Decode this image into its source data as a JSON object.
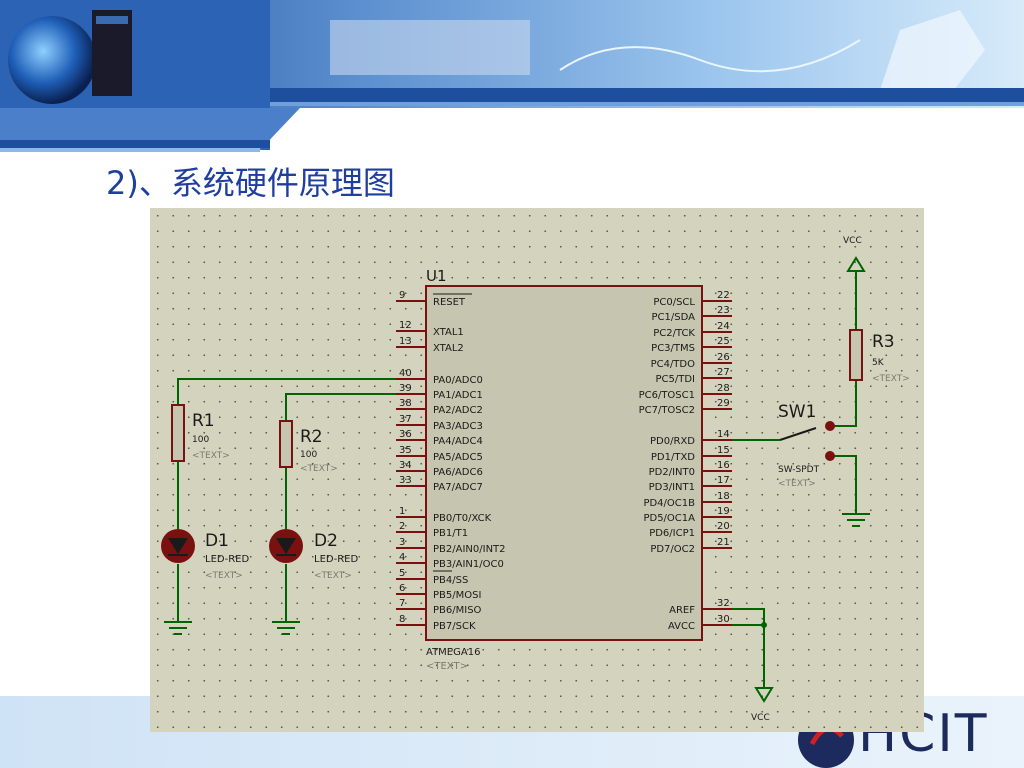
{
  "slide": {
    "title": "2)、系统硬件原理图"
  },
  "logo": {
    "text": "HCIT"
  },
  "schematic": {
    "mcu": {
      "ref": "U1",
      "part": "ATMEGA16",
      "text": "<TEXT>",
      "left_pins": [
        {
          "num": "9",
          "name": "RESET"
        },
        {
          "num": "12",
          "name": "XTAL1"
        },
        {
          "num": "13",
          "name": "XTAL2"
        },
        {
          "num": "40",
          "name": "PA0/ADC0"
        },
        {
          "num": "39",
          "name": "PA1/ADC1"
        },
        {
          "num": "38",
          "name": "PA2/ADC2"
        },
        {
          "num": "37",
          "name": "PA3/ADC3"
        },
        {
          "num": "36",
          "name": "PA4/ADC4"
        },
        {
          "num": "35",
          "name": "PA5/ADC5"
        },
        {
          "num": "34",
          "name": "PA6/ADC6"
        },
        {
          "num": "33",
          "name": "PA7/ADC7"
        },
        {
          "num": "1",
          "name": "PB0/T0/XCK"
        },
        {
          "num": "2",
          "name": "PB1/T1"
        },
        {
          "num": "3",
          "name": "PB2/AIN0/INT2"
        },
        {
          "num": "4",
          "name": "PB3/AIN1/OC0"
        },
        {
          "num": "5",
          "name": "PB4/SS"
        },
        {
          "num": "6",
          "name": "PB5/MOSI"
        },
        {
          "num": "7",
          "name": "PB6/MISO"
        },
        {
          "num": "8",
          "name": "PB7/SCK"
        }
      ],
      "right_pins": [
        {
          "num": "22",
          "name": "PC0/SCL"
        },
        {
          "num": "23",
          "name": "PC1/SDA"
        },
        {
          "num": "24",
          "name": "PC2/TCK"
        },
        {
          "num": "25",
          "name": "PC3/TMS"
        },
        {
          "num": "26",
          "name": "PC4/TDO"
        },
        {
          "num": "27",
          "name": "PC5/TDI"
        },
        {
          "num": "28",
          "name": "PC6/TOSC1"
        },
        {
          "num": "29",
          "name": "PC7/TOSC2"
        },
        {
          "num": "14",
          "name": "PD0/RXD"
        },
        {
          "num": "15",
          "name": "PD1/TXD"
        },
        {
          "num": "16",
          "name": "PD2/INT0"
        },
        {
          "num": "17",
          "name": "PD3/INT1"
        },
        {
          "num": "18",
          "name": "PD4/OC1B"
        },
        {
          "num": "19",
          "name": "PD5/OC1A"
        },
        {
          "num": "20",
          "name": "PD6/ICP1"
        },
        {
          "num": "21",
          "name": "PD7/OC2"
        },
        {
          "num": "32",
          "name": "AREF"
        },
        {
          "num": "30",
          "name": "AVCC"
        }
      ]
    },
    "r1": {
      "ref": "R1",
      "value": "100",
      "text": "<TEXT>"
    },
    "r2": {
      "ref": "R2",
      "value": "100",
      "text": "<TEXT>"
    },
    "r3": {
      "ref": "R3",
      "value": "5K",
      "text": "<TEXT>"
    },
    "d1": {
      "ref": "D1",
      "part": "LED-RED",
      "text": "<TEXT>"
    },
    "d2": {
      "ref": "D2",
      "part": "LED-RED",
      "text": "<TEXT>"
    },
    "sw1": {
      "ref": "SW1",
      "part": "SW-SPDT",
      "text": "<TEXT>"
    },
    "vcc_top": {
      "label": "VCC"
    },
    "vcc_bottom": {
      "label": "VCC"
    },
    "colors": {
      "wire": "#006400",
      "part": "#7a1010",
      "body_fill": "#c6c6b0",
      "grid_bg": "#d4d4be",
      "title": "#1f3f9e"
    }
  }
}
